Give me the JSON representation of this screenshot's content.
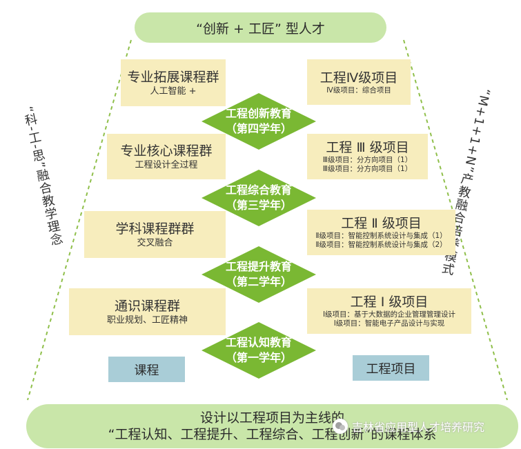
{
  "top_title": "“创新 + 工匠” 型人才",
  "bottom": {
    "line1": "设计以工程项目为主线的",
    "line2": "“工程认知、工程提升、工程综合、工程创新”的课程体系"
  },
  "left_side_label": "“科-工-思”融合教学理念",
  "right_side_label": "“M+1+1+N”产教融合培养模式",
  "course_groups": [
    {
      "title": "专业拓展课程群",
      "sub": "人工智能 +"
    },
    {
      "title": "专业核心课程群",
      "sub": "工程设计全过程"
    },
    {
      "title": "学科课程群群",
      "sub": "交叉融合"
    },
    {
      "title": "通识课程群",
      "sub": "职业规划、工匠精神"
    }
  ],
  "education_stages": [
    {
      "line1": "工程创新教育",
      "line2": "（第四学年）"
    },
    {
      "line1": "工程综合教育",
      "line2": "（第三学年）"
    },
    {
      "line1": "工程提升教育",
      "line2": "（第二学年）"
    },
    {
      "line1": "工程认知教育",
      "line2": "（第一学年）"
    }
  ],
  "projects": [
    {
      "title": "工程Ⅳ级项目",
      "items": [
        "Ⅳ级项目：综合项目"
      ]
    },
    {
      "title": "工程 Ⅲ 级项目",
      "items": [
        "Ⅲ级项目：分方向项目（1）",
        "Ⅲ级项目：分方向项目（1）"
      ]
    },
    {
      "title": "工程 Ⅱ 级项目",
      "items": [
        "Ⅱ级项目：智能控制系统设计与集成（1）",
        "Ⅱ级项目：智能控制系统设计与集成（2）"
      ]
    },
    {
      "title": "工程 Ⅰ 级项目",
      "items": [
        "Ⅰ级项目：基于大数据的企业管理管理设计",
        "Ⅰ级项目：智能电子产品设计与实现"
      ]
    }
  ],
  "legend_left": "课程",
  "legend_right": "工程项目",
  "watermark": "吉林省应用型人才培养研究",
  "colors": {
    "pill": "#c9e6a9",
    "box": "#f7edbd",
    "diamond": "#7ab833",
    "legend": "#a9cdd7",
    "dashed": "#8fbf4a"
  }
}
